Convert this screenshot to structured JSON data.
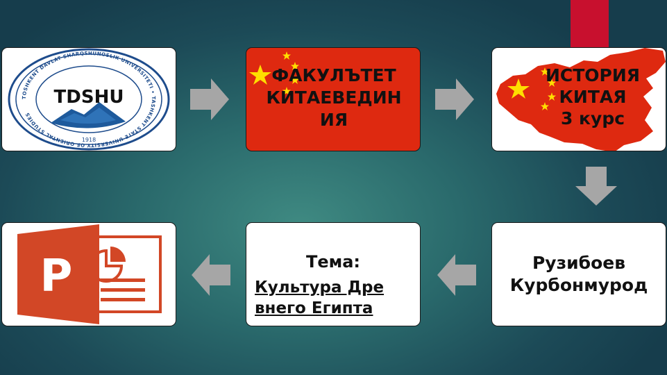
{
  "boxes": {
    "university": {
      "label": "TDSHU",
      "seal_text_top": "TOSHKENT DAVLAT SHARQSHUNOSLIK UNIVERSITETI  •  TASHKENT STATE UNIVERSITY OF ORIENTAL STUDIES",
      "seal_year": "1918"
    },
    "faculty": {
      "line1": "ФАКУЛЪТЕТ",
      "line2": "КИТАЕВЕДИН",
      "line3": "ИЯ"
    },
    "course": {
      "line1": "ИСТОРИЯ",
      "line2": "КИТАЯ",
      "line3": "3 курс"
    },
    "author": {
      "line1": "Рузибоев",
      "line2": "Курбонмурод"
    },
    "topic": {
      "title": "Тема:",
      "line1": "Культура Дре",
      "line2": "внего Египта"
    },
    "app": {
      "icon_letter": "P"
    }
  },
  "colors": {
    "china_red": "#de2910",
    "star_yellow": "#ffde00",
    "arrow_gray": "#a6a6a6",
    "accent_red": "#c8102e",
    "powerpoint_orange": "#d24726"
  }
}
